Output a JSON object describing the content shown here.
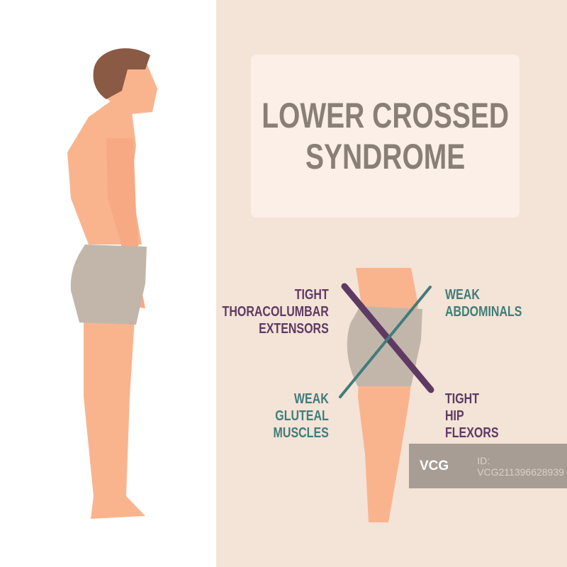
{
  "title": {
    "line1": "LOWER CROSSED",
    "line2": "SYNDROME"
  },
  "labels": {
    "tight_thoracolumbar": [
      "TIGHT",
      "THORACOLUMBAR",
      "EXTENSORS"
    ],
    "weak_abdominals": [
      "WEAK",
      "ABDOMINALS"
    ],
    "weak_gluteal": [
      "WEAK",
      "GLUTEAL",
      "MUSCLES"
    ],
    "tight_hip_flexors": [
      "TIGHT",
      "HIP",
      "FLEXORS"
    ]
  },
  "watermark": {
    "logo": "VCG",
    "id": "ID: VCG211396628939"
  },
  "colors": {
    "tight": "#5e3a63",
    "weak": "#3f7d7a",
    "skin": "#f9b48e",
    "shorts": "#c2b6ab",
    "hair": "#8a5a44"
  }
}
